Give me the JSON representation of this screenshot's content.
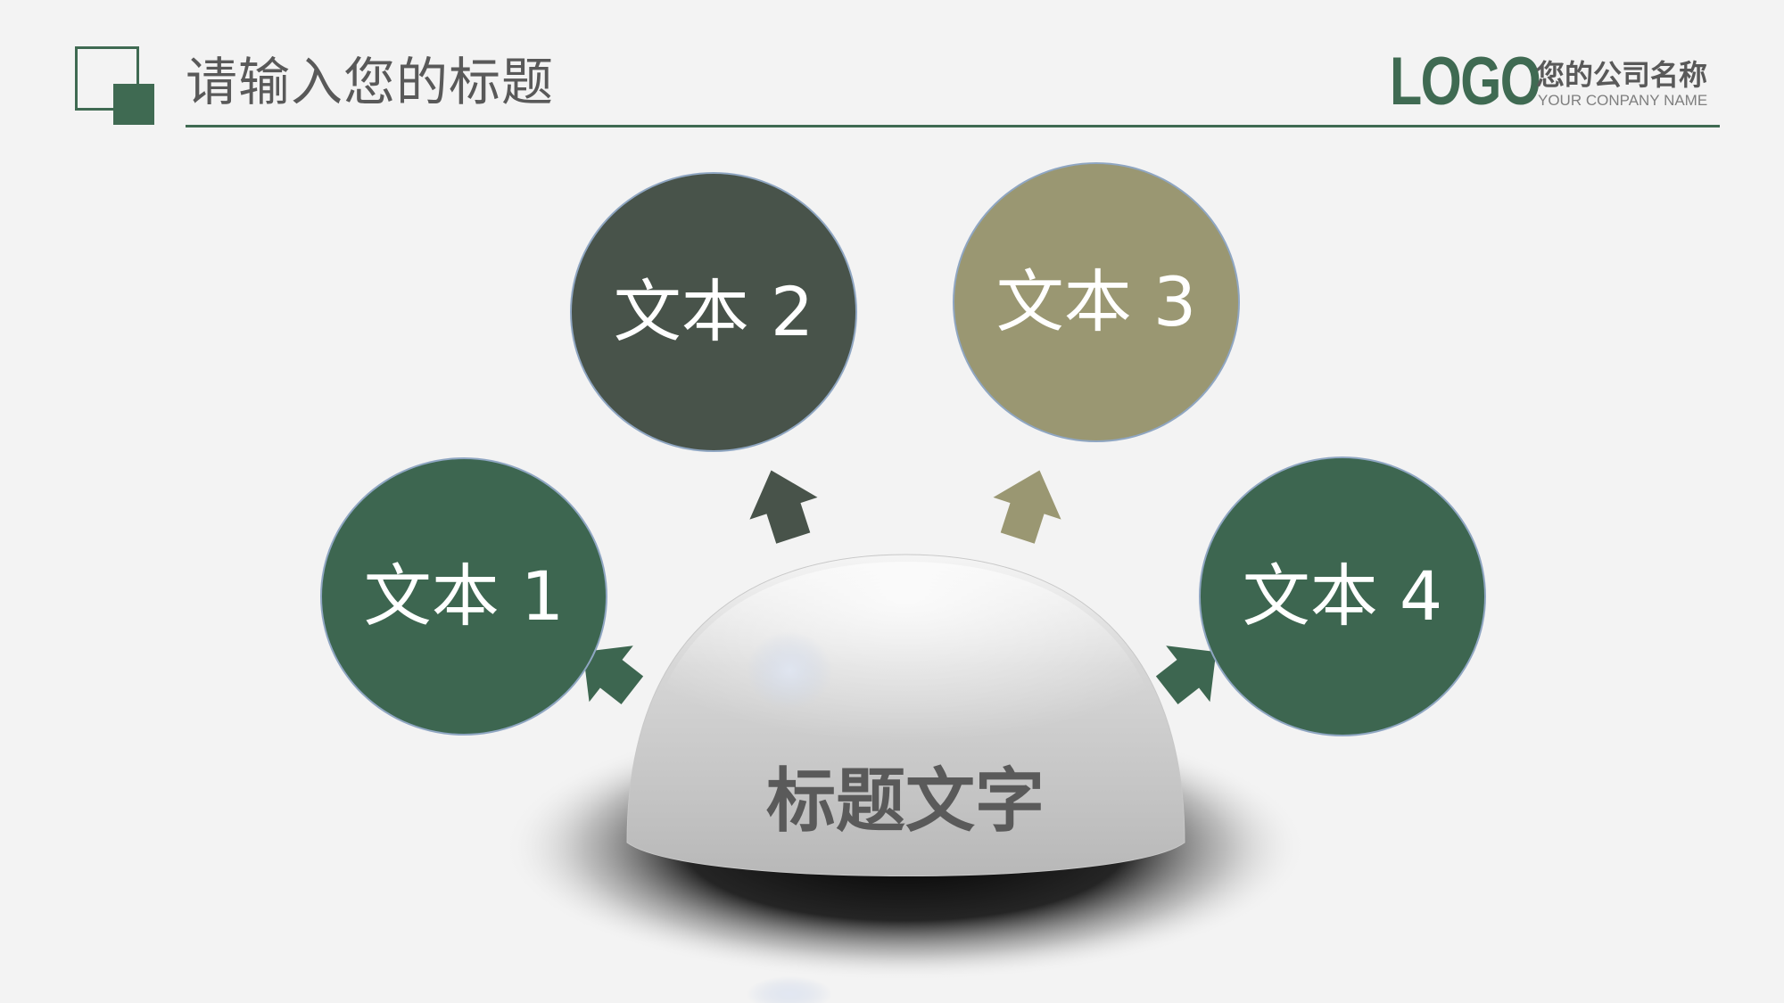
{
  "header": {
    "title": "请输入您的标题",
    "logo_text": "LOGO",
    "company_name_cn": "您的公司名称",
    "company_name_en": "YOUR CONPANY NAME"
  },
  "diagram": {
    "center_label": "标题文字",
    "nodes": [
      {
        "label": "文本 1",
        "color": "#3d6650"
      },
      {
        "label": "文本 2",
        "color": "#48534a"
      },
      {
        "label": "文本 3",
        "color": "#9a9772"
      },
      {
        "label": "文本 4",
        "color": "#3d6650"
      }
    ]
  },
  "colors": {
    "accent": "#3f6a52",
    "background": "#f3f3f3",
    "title_text": "#595959"
  }
}
